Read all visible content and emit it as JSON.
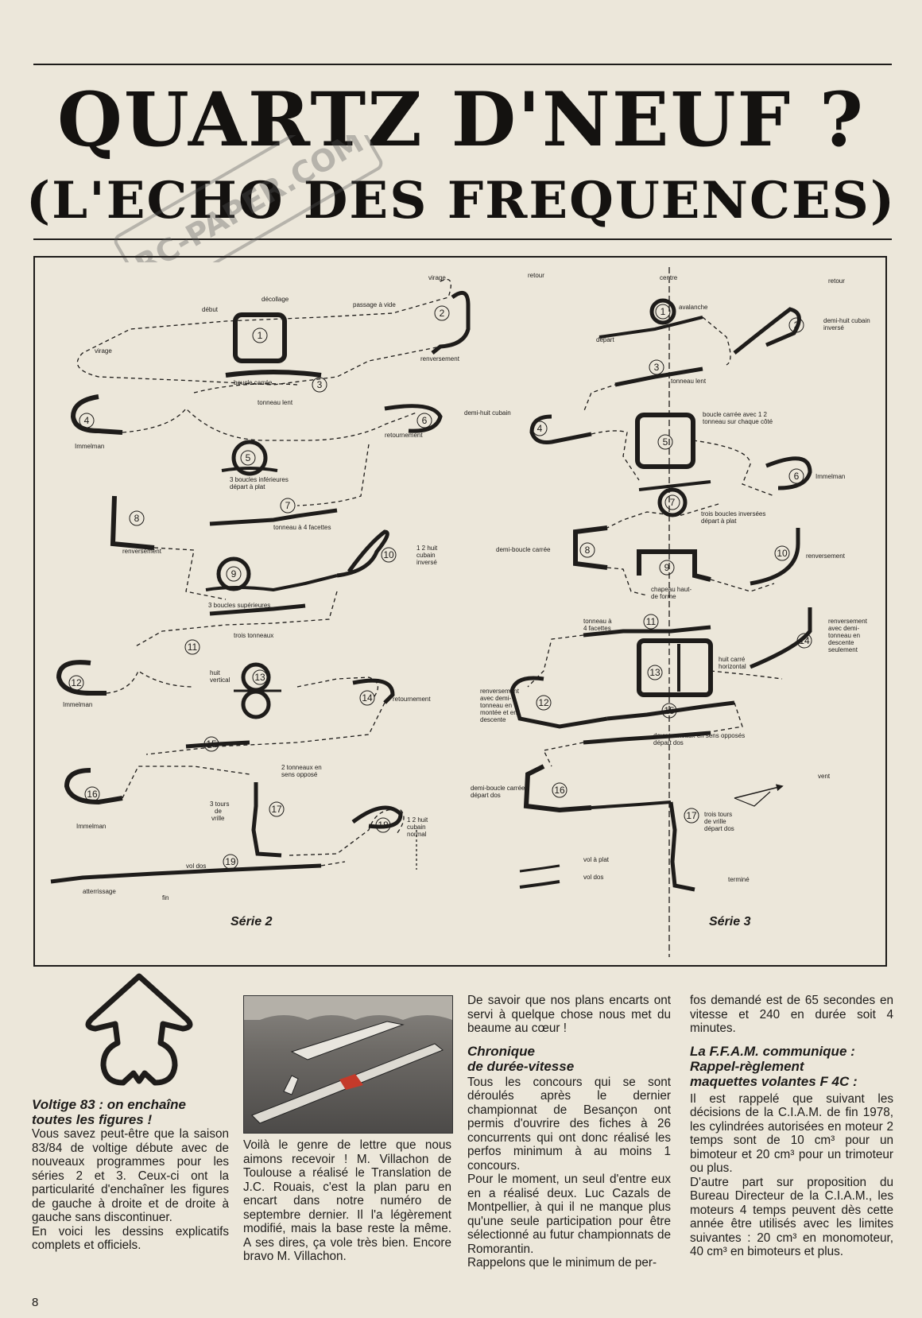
{
  "headline": {
    "line1": "QUARTZ D'NEUF ?",
    "line2": "(L'ECHO DES FREQUENCES)"
  },
  "watermark": "RC-PAPER.COM",
  "diagram": {
    "serie2": {
      "title": "Série 2",
      "labels": {
        "virage_top": "virage",
        "decollage": "décollage",
        "debut": "début",
        "passage": "passage à vide",
        "virage_left": "virage",
        "boucle_carree": "boucle carrée",
        "renversement_2": "renversement",
        "tonneau_lent": "tonneau lent",
        "immelman_4": "Immelman",
        "retournement_6": "retournement",
        "boucles_inf": "3 boucles inférieures",
        "depart_plat": "départ à plat",
        "tonneau_4f": "tonneau à 4 facettes",
        "renversement_8": "renversement",
        "demi_huit_cubain_inverse_a": "1 2 huit",
        "demi_huit_cubain_inverse_b": "cubain",
        "demi_huit_cubain_inverse_c": "inversé",
        "boucles_sup": "3 boucles supérieures",
        "trois_tonneaux": "trois tonneaux",
        "huit_vertical_a": "huit",
        "huit_vertical_b": "vertical",
        "immelman_12": "Immelman",
        "retournement_14": "retournement",
        "deux_tonneaux_a": "2 tonneaux en",
        "deux_tonneaux_b": "sens opposé",
        "immelman_16": "Immelman",
        "tours_vrille_a": "3 tours",
        "tours_vrille_b": "de",
        "tours_vrille_c": "vrille",
        "cubain_normal_a": "1 2 huit",
        "cubain_normal_b": "cubain",
        "cubain_normal_c": "normal",
        "vol_dos": "vol dos",
        "atterrissage": "atterrissage",
        "fin": "fin"
      }
    },
    "serie3": {
      "title": "Série 3",
      "labels": {
        "retour_left": "retour",
        "centre": "centre",
        "retour_right": "retour",
        "avalanche": "avalanche",
        "depart": "départ",
        "dhc_inverse_a": "demi-huit cubain",
        "dhc_inverse_b": "inversé",
        "tonneau_lent": "tonneau lent",
        "demi_huit_cubain": "demi-huit cubain",
        "boucle_carree_a": "boucle carrée avec 1 2",
        "boucle_carree_b": "tonneau sur chaque côté",
        "immelman": "Immelman",
        "trois_boucles_a": "trois boucles inversées",
        "trois_boucles_b": "départ à plat",
        "demi_boucle_carree": "demi-boucle carrée",
        "renversement_10": "renversement",
        "chapeau_a": "chapeau haut-",
        "chapeau_b": "de forme",
        "tonneau_facettes_a": "tonneau à",
        "tonneau_facettes_b": "4 facettes",
        "renv_demi_a": "renversement",
        "renv_demi_b": "avec demi-",
        "renv_demi_c": "tonneau en",
        "renv_demi_d": "descente",
        "renv_demi_e": "seulement",
        "huit_carre_a": "huit carré",
        "huit_carre_b": "horizontal",
        "renv_12_a": "renversement",
        "renv_12_b": "avec demi-",
        "renv_12_c": "tonneau en",
        "renv_12_d": "montée et en",
        "renv_12_e": "descente",
        "deux_tonneaux_a": "deux tonneaux en sens opposés",
        "deux_tonneaux_b": "départ dos",
        "demi_boucle_dos_a": "demi-boucle carrée",
        "demi_boucle_dos_b": "départ dos",
        "vent": "vent",
        "trois_tours_a": "trois tours",
        "trois_tours_b": "de vrille",
        "trois_tours_c": "départ dos",
        "vol_plat": "vol à plat",
        "vol_dos": "vol dos",
        "termine": "terminé"
      }
    }
  },
  "articles": {
    "voltige": {
      "heading_1": "Voltige 83 : on enchaîne",
      "heading_2": "toutes les figures !",
      "body_1": "Vous savez peut-être que la saison 83/84 de voltige débute avec de nouveaux programmes pour les séries 2 et 3. Ceux-ci ont la particularité d'enchaîner les figures de gauche à droite et de droite à gauche sans discontinuer.",
      "body_2": "En voici les dessins explicatifs complets et officiels."
    },
    "lettre": {
      "body": "Voilà le genre de lettre que nous aimons recevoir ! M. Villachon de Toulouse a réalisé le Translation de J.C. Rouais, c'est la plan paru en encart dans notre numéro de septembre dernier. Il l'a légèrement modifié, mais la base reste la même. A ses dires, ça vole très bien. Encore bravo M. Villachon."
    },
    "chronique": {
      "intro": "De savoir que nos plans encarts ont servi à quelque chose nous met du beaume au cœur !",
      "heading_1": "Chronique",
      "heading_2": "de durée-vitesse",
      "body_1": "Tous les concours qui se sont déroulés après le dernier championnat de Besançon ont permis d'ouvrire des fiches à 26 concurrents qui ont donc réalisé les perfos minimum à au moins 1 concours.",
      "body_2": "Pour le moment, un seul d'entre eux en a réalisé deux. Luc Cazals de Montpellier, à qui il ne manque plus qu'une seule participation pour être sélectionné au futur championnats de Romorantin.",
      "body_3": "Rappelons que le minimum de per-"
    },
    "ffam": {
      "intro": "fos demandé est de 65 secondes en vitesse et 240 en durée soit 4 minutes.",
      "heading_1": "La F.F.A.M. communique :",
      "heading_2": "Rappel-règlement",
      "heading_3": "maquettes volantes F 4C :",
      "body_1": "Il est rappelé que suivant les décisions de la C.I.A.M. de fin 1978, les cylindrées autorisées en moteur 2 temps sont de 10 cm³ pour un bimoteur et 20 cm³ pour un trimoteur ou plus.",
      "body_2": "D'autre part sur proposition du Bureau Directeur de la C.I.A.M., les moteurs 4 temps peuvent dès cette année être utilisés avec les limites suivantes : 20 cm³ en monomoteur, 40 cm³ en bimoteurs et plus."
    }
  },
  "page_number": "8"
}
